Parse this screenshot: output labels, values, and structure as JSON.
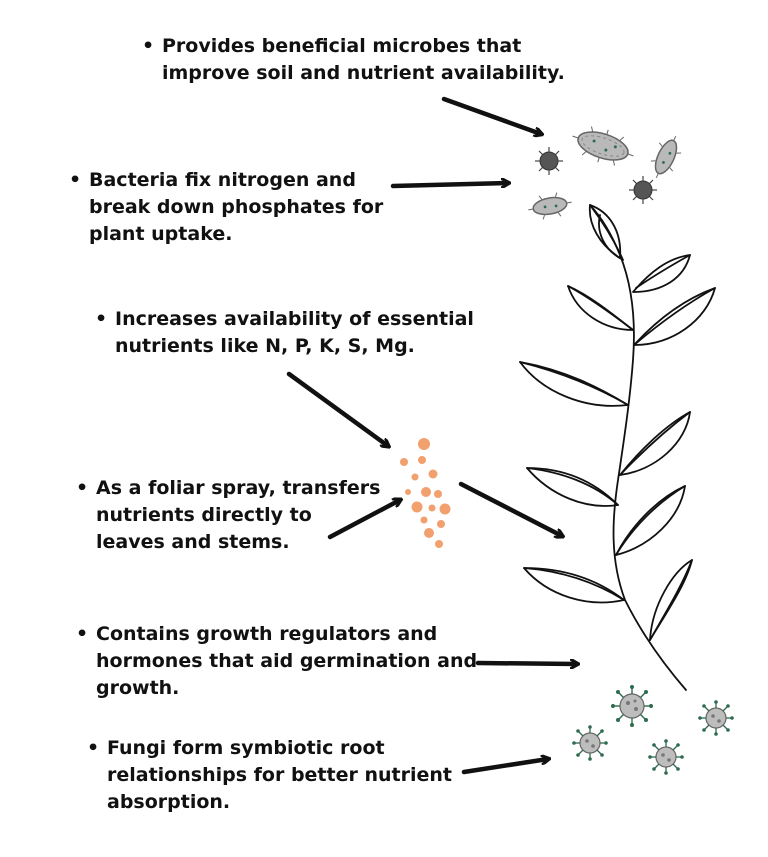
{
  "points": [
    {
      "id": "microbes",
      "lines": [
        "Provides beneficial microbes that",
        "improve soil and nutrient availability."
      ]
    },
    {
      "id": "bacteria",
      "lines": [
        "Bacteria fix nitrogen and",
        "break down phosphates for",
        "plant uptake."
      ]
    },
    {
      "id": "nutrients",
      "lines": [
        "Increases availability of essential",
        "nutrients like N, P, K, S, Mg."
      ]
    },
    {
      "id": "foliar",
      "lines": [
        "As a foliar spray, transfers",
        "nutrients directly to",
        "leaves and stems."
      ]
    },
    {
      "id": "hormones",
      "lines": [
        "Contains growth regulators and",
        "hormones that aid germination and",
        "growth."
      ]
    },
    {
      "id": "fungi",
      "lines": [
        "Fungi form symbiotic root",
        "relationships for better nutrient",
        "absorption."
      ]
    }
  ],
  "bullet_symbol": "•",
  "icons": {
    "bacteria": "bacteria-icon",
    "nutrient_droplets": "nutrient-droplet-icon",
    "fungi": "fungus-spore-icon",
    "plant": "plant-stem-icon",
    "arrow": "arrow-icon"
  },
  "colors": {
    "text": "#111111",
    "arrow": "#111111",
    "droplet": "#f2a06e",
    "bacteria_fill": "#b9b9b9",
    "bacteria_dark": "#555555",
    "fungi_fill": "#bdbdbd",
    "fungi_accent": "#2e6b4f",
    "plant_stroke": "#111111"
  }
}
